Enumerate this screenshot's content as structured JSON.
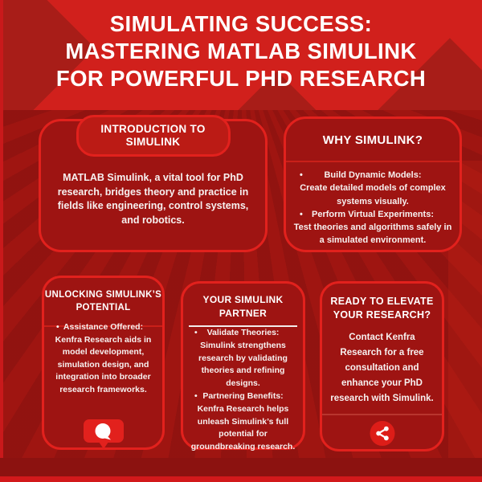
{
  "title": {
    "lines": [
      "SIMULATING SUCCESS:",
      "MASTERING MATLAB SIMULINK",
      "FOR POWERFUL PHD RESEARCH"
    ]
  },
  "cards": {
    "intro": {
      "header": "INTRODUCTION TO SIMULINK",
      "body": "MATLAB Simulink, a vital tool for PhD research, bridges theory and practice in fields like engineering, control systems, and robotics."
    },
    "why": {
      "header": "WHY SIMULINK?",
      "items": [
        {
          "title": "Build Dynamic Models:",
          "text": "Create detailed models of complex systems visually."
        },
        {
          "title": "Perform Virtual Experiments:",
          "text": "Test theories and algorithms safely in a simulated environment."
        }
      ]
    },
    "unlocking": {
      "header": "UNLOCKING SIMULINK’S POTENTIAL",
      "items": [
        {
          "title": "Assistance Offered:",
          "text": "Kenfra Research aids in model development, simulation design, and integration into broader research frameworks."
        }
      ],
      "icon": "chat-bubble-icon"
    },
    "partner": {
      "header": "YOUR SIMULINK PARTNER",
      "items": [
        {
          "title": "Validate Theories:",
          "text": "Simulink strengthens research by validating theories and refining designs."
        },
        {
          "title": "Partnering Benefits:",
          "text": "Kenfra Research helps unleash Simulink’s full potential for groundbreaking research."
        }
      ]
    },
    "cta": {
      "header": "READY TO ELEVATE YOUR RESEARCH?",
      "body": "Contact Kenfra Research for a free consultation and enhance your PhD research with Simulink.",
      "icon": "share-icon"
    }
  },
  "ui": {
    "bullet": "•"
  },
  "colors": {
    "accent_border": "#e2211d",
    "card_background": "#9e1412",
    "band_background": "#d1201c",
    "band_shape": "#a81d18",
    "bottom_band": "#8c1210",
    "edge_strip": "#d2191b",
    "text": "#ffffff"
  }
}
